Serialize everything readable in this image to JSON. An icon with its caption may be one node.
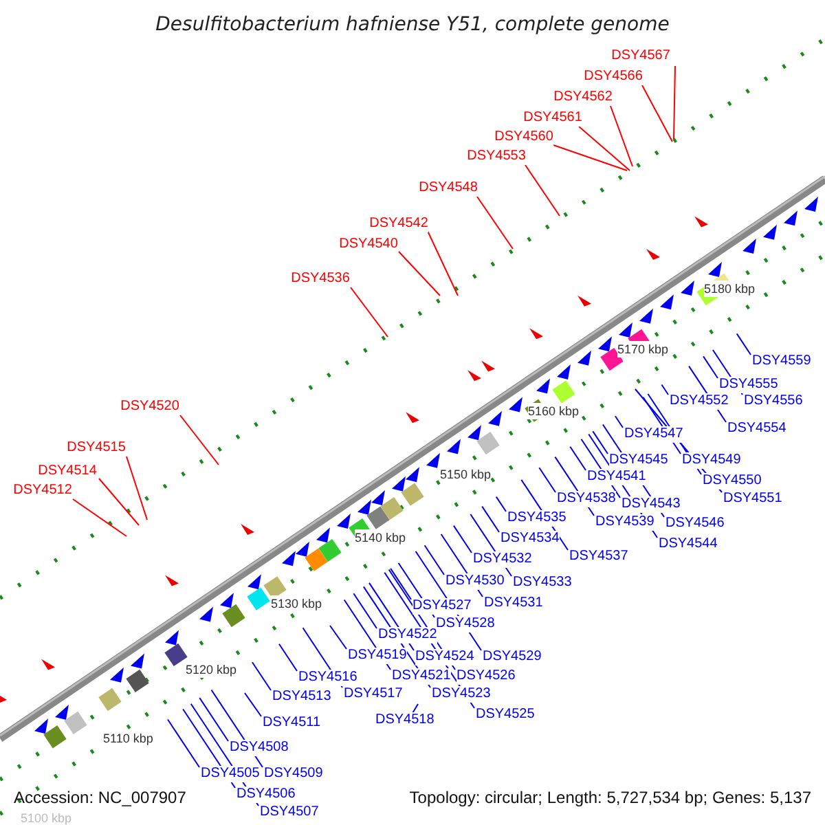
{
  "diagram": {
    "title": "Desulfitobacterium hafniense Y51, complete genome",
    "nodes": [
      {
        "text": [
          "DSY4567"
        ]
      },
      {
        "text": [
          "DSY4566"
        ]
      },
      {
        "text": [
          "DSY4562"
        ]
      },
      {
        "text": [
          "DSY4561"
        ]
      },
      {
        "text": [
          "DSY4560"
        ]
      },
      {
        "text": [
          "DSY4553"
        ]
      },
      {
        "text": [
          "DSY4548"
        ]
      },
      {
        "text": [
          "DSY4542"
        ]
      },
      {
        "text": [
          "DSY4540"
        ]
      },
      {
        "text": [
          "DSY4536"
        ]
      },
      {
        "text": [
          "DSY4520"
        ]
      },
      {
        "text": [
          "DSY4515"
        ]
      },
      {
        "text": [
          "DSY4514"
        ]
      },
      {
        "text": [
          "DSY4512"
        ]
      },
      {
        "text": [
          "DSY4559"
        ]
      },
      {
        "text": [
          "DSY4555"
        ]
      },
      {
        "text": [
          "DSY4556"
        ]
      },
      {
        "text": [
          "DSY4552"
        ]
      },
      {
        "text": [
          "DSY4554"
        ]
      },
      {
        "text": [
          "DSY4547"
        ]
      },
      {
        "text": [
          "DSY4549"
        ]
      },
      {
        "text": [
          "DSY4545"
        ]
      },
      {
        "text": [
          "DSY4550"
        ]
      },
      {
        "text": [
          "DSY4541"
        ]
      },
      {
        "text": [
          "DSY4551"
        ]
      },
      {
        "text": [
          "DSY4543"
        ]
      },
      {
        "text": [
          "DSY4538"
        ]
      },
      {
        "text": [
          "DSY4546"
        ]
      },
      {
        "text": [
          "DSY4539"
        ]
      },
      {
        "text": [
          "DSY4535"
        ]
      },
      {
        "text": [
          "DSY4544"
        ]
      },
      {
        "text": [
          "DSY4534"
        ]
      },
      {
        "text": [
          "DSY4537"
        ]
      },
      {
        "text": [
          "DSY4532"
        ]
      },
      {
        "text": [
          "DSY4533"
        ]
      },
      {
        "text": [
          "DSY4530"
        ]
      },
      {
        "text": [
          "DSY4531"
        ]
      },
      {
        "text": [
          "DSY4527"
        ]
      },
      {
        "text": [
          "DSY4528"
        ]
      },
      {
        "text": [
          "DSY4522"
        ]
      },
      {
        "text": [
          "DSY4524"
        ]
      },
      {
        "text": [
          "DSY4529"
        ]
      },
      {
        "text": [
          "DSY4519"
        ]
      },
      {
        "text": [
          "DSY4521"
        ]
      },
      {
        "text": [
          "DSY4526"
        ]
      },
      {
        "text": [
          "DSY4516"
        ]
      },
      {
        "text": [
          "DSY4517"
        ]
      },
      {
        "text": [
          "DSY4523"
        ]
      },
      {
        "text": [
          "DSY4513"
        ]
      },
      {
        "text": [
          "DSY4525"
        ]
      },
      {
        "text": [
          "DSY4518"
        ]
      },
      {
        "text": [
          "DSY4511"
        ]
      },
      {
        "text": [
          "DSY4508"
        ]
      },
      {
        "text": [
          "DSY4509"
        ]
      },
      {
        "text": [
          "DSY4505"
        ]
      },
      {
        "text": [
          "DSY4506"
        ]
      },
      {
        "text": [
          "DSY4507"
        ]
      }
    ],
    "edges": [
      {
        "from": 0,
        "to": null,
        "arrow": "none",
        "color": "#ff0000"
      },
      {
        "from": 1,
        "to": null,
        "arrow": "none",
        "color": "#ff0000"
      },
      {
        "from": 2,
        "to": null,
        "arrow": "none",
        "color": "#ff0000"
      },
      {
        "from": 3,
        "to": null,
        "arrow": "none",
        "color": "#ff0000"
      },
      {
        "from": 4,
        "to": null,
        "arrow": "none",
        "color": "#ff0000"
      },
      {
        "from": 5,
        "to": null,
        "arrow": "none",
        "color": "#ff0000"
      },
      {
        "from": 6,
        "to": null,
        "arrow": "none",
        "color": "#ff0000"
      },
      {
        "from": 7,
        "to": null,
        "arrow": "none",
        "color": "#ff0000"
      },
      {
        "from": 8,
        "to": null,
        "arrow": "none",
        "color": "#ff0000"
      },
      {
        "from": 9,
        "to": null,
        "arrow": "none",
        "color": "#ff0000"
      },
      {
        "from": 10,
        "to": null,
        "arrow": "none",
        "color": "#ff0000"
      },
      {
        "from": 11,
        "to": null,
        "arrow": "none",
        "color": "#ff0000"
      },
      {
        "from": 12,
        "to": null,
        "arrow": "none",
        "color": "#ff0000"
      },
      {
        "from": 13,
        "to": null,
        "arrow": "none",
        "color": "#ff0000"
      },
      {
        "from": 14,
        "to": null,
        "arrow": "none"
      },
      {
        "from": 15,
        "to": null,
        "arrow": "none"
      },
      {
        "from": 16,
        "to": null,
        "arrow": "none"
      },
      {
        "from": 17,
        "to": null,
        "arrow": "none"
      },
      {
        "from": 18,
        "to": null,
        "arrow": "none"
      },
      {
        "from": 19,
        "to": null,
        "arrow": "none"
      },
      {
        "from": 20,
        "to": null,
        "arrow": "none"
      },
      {
        "from": 21,
        "to": null,
        "arrow": "none"
      },
      {
        "from": 22,
        "to": null,
        "arrow": "none"
      },
      {
        "from": 23,
        "to": null,
        "arrow": "none"
      },
      {
        "from": 24,
        "to": null,
        "arrow": "none"
      },
      {
        "from": 25,
        "to": null,
        "arrow": "none"
      },
      {
        "from": 26,
        "to": null,
        "arrow": "none"
      },
      {
        "from": 27,
        "to": null,
        "arrow": "none"
      },
      {
        "from": 28,
        "to": null,
        "arrow": "none"
      },
      {
        "from": 29,
        "to": null,
        "arrow": "none"
      },
      {
        "from": 30,
        "to": null,
        "arrow": "none"
      },
      {
        "from": 31,
        "to": null,
        "arrow": "none"
      },
      {
        "from": 32,
        "to": null,
        "arrow": "none"
      },
      {
        "from": 33,
        "to": null,
        "arrow": "none"
      },
      {
        "from": 34,
        "to": null,
        "arrow": "none"
      },
      {
        "from": 35,
        "to": null,
        "arrow": "none"
      },
      {
        "from": 36,
        "to": null,
        "arrow": "none"
      },
      {
        "from": 37,
        "to": null,
        "arrow": "none"
      },
      {
        "from": 38,
        "to": null,
        "arrow": "none"
      },
      {
        "from": 39,
        "to": null,
        "arrow": "none"
      },
      {
        "from": 40,
        "to": null,
        "arrow": "none"
      },
      {
        "from": 41,
        "to": null,
        "arrow": "none"
      },
      {
        "from": 42,
        "to": null,
        "arrow": "none"
      },
      {
        "from": 43,
        "to": null,
        "arrow": "none"
      },
      {
        "from": 44,
        "to": null,
        "arrow": "none"
      },
      {
        "from": 45,
        "to": null,
        "arrow": "none"
      },
      {
        "from": 46,
        "to": null,
        "arrow": "none"
      },
      {
        "from": 47,
        "to": null,
        "arrow": "none"
      },
      {
        "from": 48,
        "to": null,
        "arrow": "none"
      },
      {
        "from": 49,
        "to": null,
        "arrow": "none"
      },
      {
        "from": 50,
        "to": null,
        "arrow": "none"
      },
      {
        "from": 51,
        "to": null,
        "arrow": "none"
      },
      {
        "from": 52,
        "to": null,
        "arrow": "none"
      },
      {
        "from": 53,
        "to": null,
        "arrow": "none"
      },
      {
        "from": 54,
        "to": null,
        "arrow": "none"
      },
      {
        "from": 55,
        "to": null,
        "arrow": "none"
      },
      {
        "from": 56,
        "to": null,
        "arrow": "none"
      }
    ],
    "labels": [
      "5180 kbp",
      "5170 kbp",
      "5160 kbp",
      "5150 kbp",
      "5140 kbp",
      "5130 kbp",
      "5120 kbp",
      "5110 kbp",
      "Accession: NC_007907",
      "Topology: circular; Length: 5,727,534 bp; Genes: 5,137",
      "5100 kbp"
    ]
  }
}
